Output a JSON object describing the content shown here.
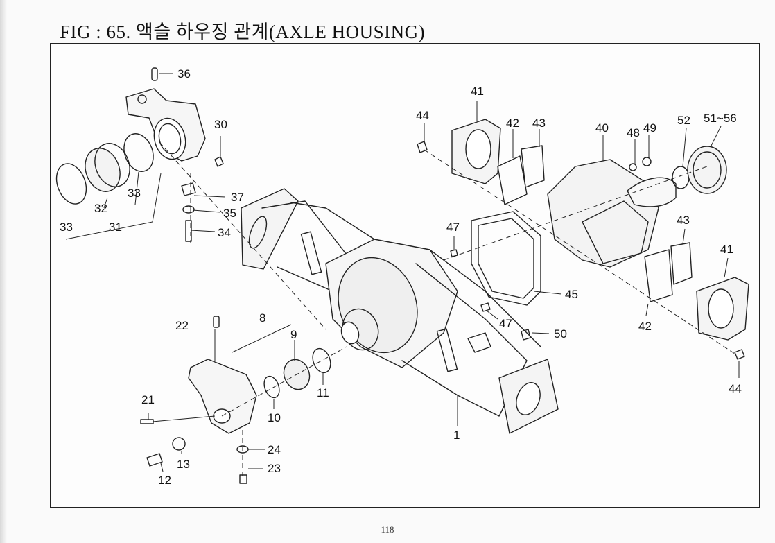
{
  "title": "FIG : 65. 액슬 하우징 관계(AXLE HOUSING)",
  "page_number": "118",
  "labels": {
    "p1": "1",
    "p8": "8",
    "p9": "9",
    "p10": "10",
    "p11": "11",
    "p12": "12",
    "p13": "13",
    "p21": "21",
    "p22": "22",
    "p23": "23",
    "p24": "24",
    "p30": "30",
    "p31": "31",
    "p32": "32",
    "p33a": "33",
    "p33b": "33",
    "p34": "34",
    "p35": "35",
    "p36": "36",
    "p37": "37",
    "p40": "40",
    "p41a": "41",
    "p41b": "41",
    "p42a": "42",
    "p42b": "42",
    "p43a": "43",
    "p43b": "43",
    "p44a": "44",
    "p44b": "44",
    "p45": "45",
    "p47a": "47",
    "p47b": "47",
    "p48": "48",
    "p49": "49",
    "p50": "50",
    "p51_56": "51~56",
    "p52": "52"
  }
}
